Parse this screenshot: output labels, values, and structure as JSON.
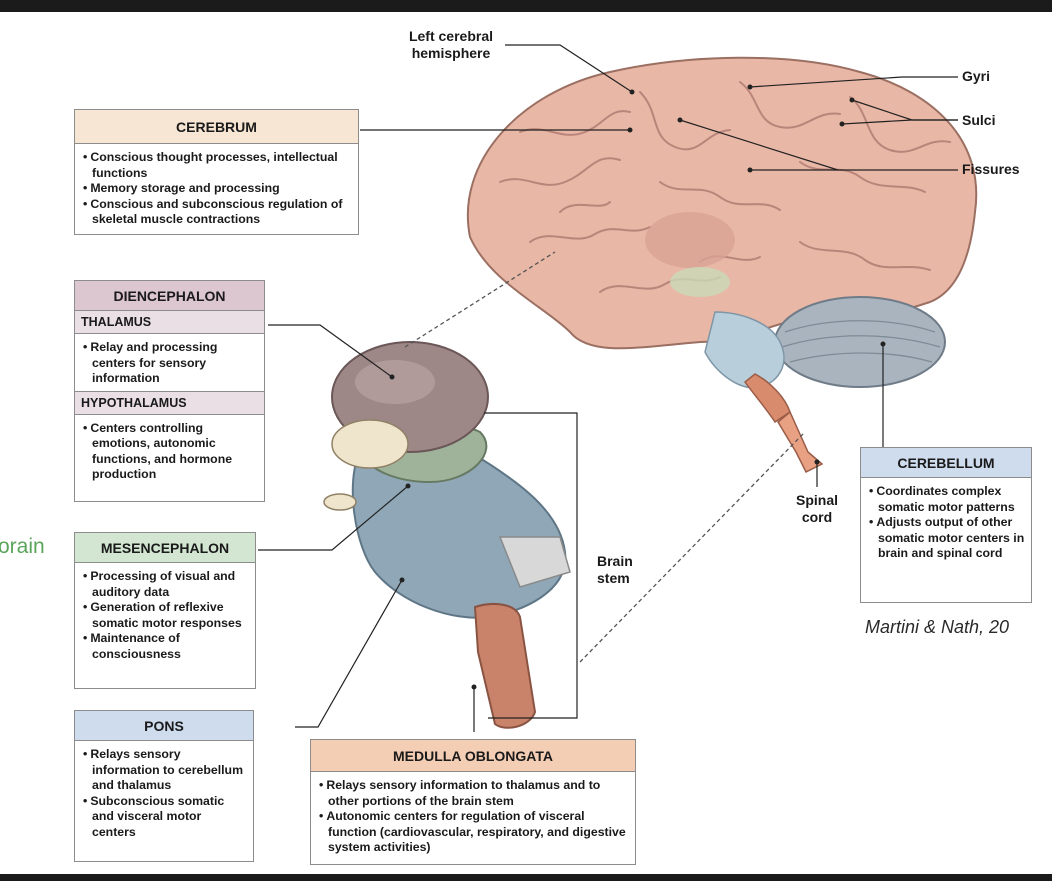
{
  "cerebrum": {
    "title": "CEREBRUM",
    "items": [
      "Conscious thought processes, intellectual functions",
      "Memory storage and processing",
      "Conscious and subconscious regulation of skeletal muscle contractions"
    ]
  },
  "diencephalon": {
    "title": "DIENCEPHALON",
    "thalamus": {
      "title": "THALAMUS",
      "items": [
        "Relay and processing centers for sensory information"
      ]
    },
    "hypothalamus": {
      "title": "HYPOTHALAMUS",
      "items": [
        "Centers controlling emotions, autonomic functions, and hormone production"
      ]
    }
  },
  "mesencephalon": {
    "title": "MESENCEPHALON",
    "items": [
      "Processing of visual and auditory data",
      "Generation of reflexive somatic motor responses",
      "Maintenance of consciousness"
    ]
  },
  "pons": {
    "title": "PONS",
    "items": [
      "Relays sensory information to cerebellum and thalamus",
      "Subconscious somatic and visceral motor centers"
    ]
  },
  "medulla": {
    "title": "MEDULLA OBLONGATA",
    "items": [
      "Relays sensory information to thalamus and to other portions of the brain stem",
      "Autonomic centers for regulation of visceral function (cardiovascular, respiratory, and digestive system activities)"
    ]
  },
  "cerebellum": {
    "title": "CEREBELLUM",
    "items": [
      "Coordinates complex somatic motor patterns",
      "Adjusts output of other somatic motor centers in brain and spinal cord"
    ]
  },
  "labels": {
    "left_hemisphere": "Left cerebral hemisphere",
    "gyri": "Gyri",
    "sulci": "Sulci",
    "fissures": "Fissures",
    "spinal_cord": "Spinal cord",
    "brain_stem": "Brain stem"
  },
  "side_word": "orain",
  "credit": "Martini & Nath, 20",
  "colors": {
    "cerebrum_header": "#f7e6d3",
    "diencephalon_header": "#dcc6cf",
    "thalamus_header": "#eadfe4",
    "mesencephalon_header": "#d3e6d2",
    "pons_header": "#cfdcee",
    "medulla_header": "#f4cdb5",
    "cerebellum_header": "#cfdcee",
    "brain": "#e8b7a6",
    "brain_stem": "#8fa7b6"
  }
}
